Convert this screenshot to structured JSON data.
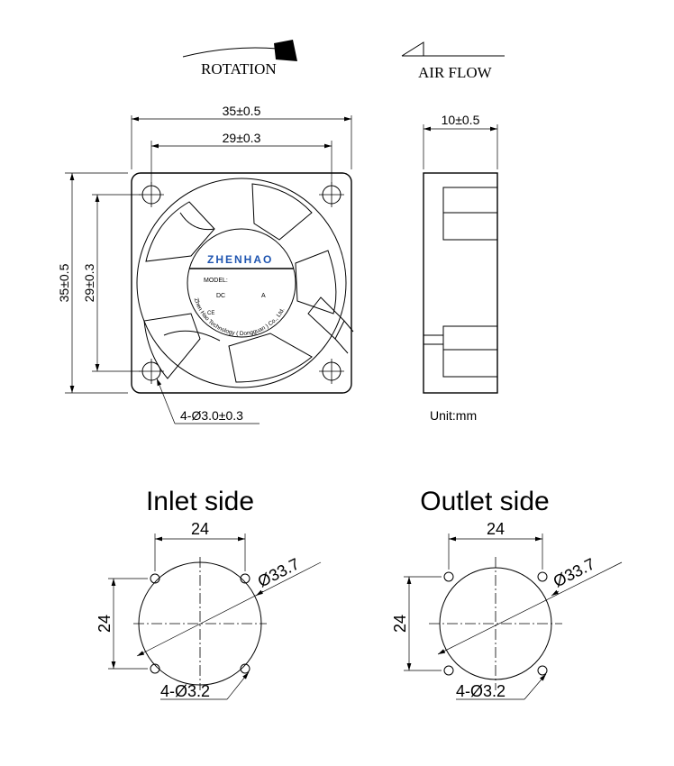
{
  "top_labels": {
    "rotation": "ROTATION",
    "air_flow": "AIR FLOW"
  },
  "front_view": {
    "width_dim": "35±0.5",
    "hole_spacing_dim": "29±0.3",
    "height_dim": "35±0.5",
    "hole_spacing_v_dim": "29±0.3",
    "hole_callout": "4-Ø3.0±0.3",
    "hub_label": {
      "brand": "ZHENHAO",
      "model": "MODEL:",
      "dc": "DC",
      "amp": "A",
      "ce": "CE",
      "company": "Zhen Hao Technology ( Dongguan ) Co., Ltd."
    }
  },
  "side_view": {
    "thickness_dim": "10±0.5",
    "unit": "Unit:mm"
  },
  "inlet": {
    "title": "Inlet side",
    "h_dim": "24",
    "v_dim": "24",
    "diameter": "Ø33.7",
    "holes": "4-Ø3.2"
  },
  "outlet": {
    "title": "Outlet side",
    "h_dim": "24",
    "v_dim": "24",
    "diameter": "Ø33.7",
    "holes": "4-Ø3.2"
  },
  "colors": {
    "line": "#000000",
    "brand": "#1f55b0"
  }
}
